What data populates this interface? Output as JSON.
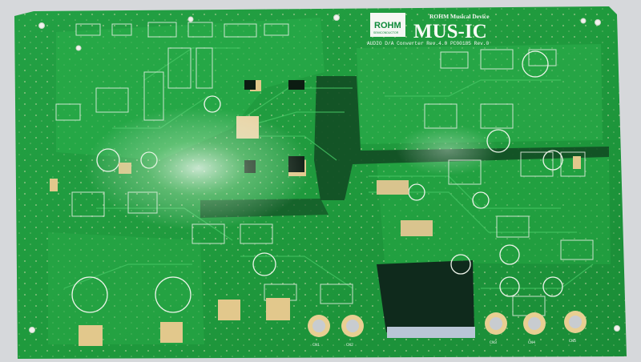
{
  "board": {
    "logo_main": "ROHM",
    "logo_sub": "SEMICONDUCTOR",
    "brand_top": "ROHM Musical Device",
    "brand_big": "MUS-IC",
    "subtitle": "AUDIO D/A Converter Rev.4.0 PC00185 Rev.0"
  },
  "connectors": [
    "CN1",
    "CN2",
    "CN3",
    "CN4",
    "CN5"
  ],
  "colors": {
    "background": "#d9dbde",
    "solder_mask": "#1f9a3c",
    "copper_plane": "#2db04a",
    "silkscreen": "#f2f5f0",
    "pad_gold": "#e2c88c",
    "dark_area": "#0f2a1c"
  }
}
